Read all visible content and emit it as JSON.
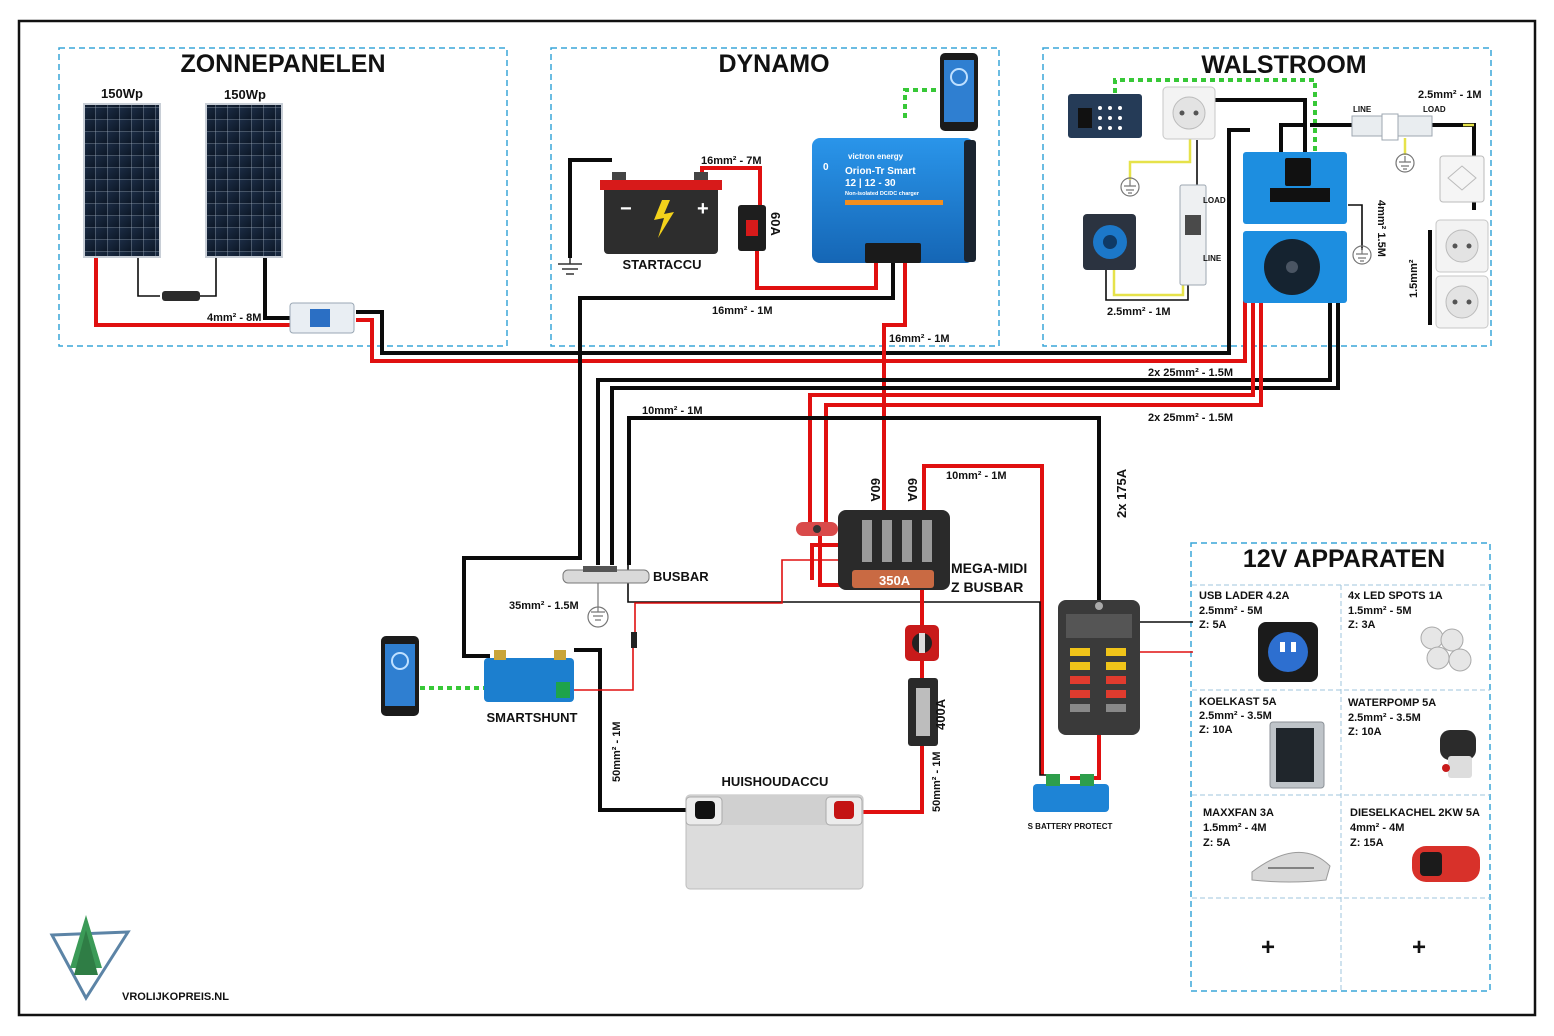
{
  "sections": {
    "solar": "ZONNEPANELEN",
    "dynamo": "DYNAMO",
    "shore": "WALSTROOM",
    "devices": "12V APPARATEN"
  },
  "solar": {
    "panel1": "150Wp",
    "panel2": "150Wp",
    "cable": "4mm² - 8M"
  },
  "dynamo": {
    "battery_label": "STARTACCU",
    "battery_cable": "16mm² - 7M",
    "fuse": "60A",
    "charger_cable": "16mm² - 1M",
    "charger_brand": "victron energy",
    "charger_name": "Orion-Tr Smart",
    "charger_model": "12 | 12 - 30",
    "charger_sub": "Non-isolated DC/DC charger",
    "out_cable": "16mm² - 1M"
  },
  "shore": {
    "panel_cable_top": "2.5mm² - 1M",
    "line": "LINE",
    "load": "LOAD",
    "breaker_load": "LOAD",
    "breaker_line": "LINE",
    "inlet_cable": "2.5mm² - 1M",
    "charger_cable": "4mm² 1.5M",
    "socket_cable": "1.5mm²",
    "inverter_cable1": "2x 25mm² - 1.5M",
    "inverter_cable2": "2x 25mm² - 1.5M"
  },
  "main": {
    "cable_10": "10mm² - 1M",
    "cable_10b": "10mm² - 1M",
    "fuse1": "60A",
    "fuse2": "60A",
    "fuse_175": "2x 175A",
    "busbar": "BUSBAR",
    "busbar_cable": "35mm² - 1.5M",
    "mega_line1": "MEGA-MIDI",
    "mega_line2": "Z BUSBAR",
    "mega_fuse": "350A",
    "fuse_400": "400A",
    "shunt": "SMARTSHUNT",
    "shunt_cable": "50mm² - 1M",
    "batt_cable": "50mm² - 1M",
    "house_battery": "HUISHOUDACCU",
    "battery_protect": "S BATTERY PROTECT"
  },
  "appliances": [
    {
      "name": "USB LADER 4.2A",
      "cable": "2.5mm² - 5M",
      "fuse": "Z: 5A"
    },
    {
      "name": "4x LED SPOTS 1A",
      "cable": "1.5mm² - 5M",
      "fuse": "Z: 3A"
    },
    {
      "name": "KOELKAST 5A",
      "cable": "2.5mm² - 3.5M",
      "fuse": "Z: 10A"
    },
    {
      "name": "WATERPOMP 5A",
      "cable": "2.5mm² - 3.5M",
      "fuse": "Z: 10A"
    },
    {
      "name": "MAXXFAN 3A",
      "cable": "1.5mm² - 4M",
      "fuse": "Z: 5A"
    },
    {
      "name": "DIESELKACHEL 2KW 5A",
      "cable": "4mm² - 4M",
      "fuse": "Z: 15A"
    }
  ],
  "add_slots": [
    "+",
    "+"
  ],
  "brand": "VROLIJKOPREIS.NL",
  "colors": {
    "positive": "#e01010",
    "negative": "#0b0b0b",
    "earth": "#37c837",
    "victron_blue": "#1a7fd6",
    "section_border": "#3aa6d8"
  }
}
